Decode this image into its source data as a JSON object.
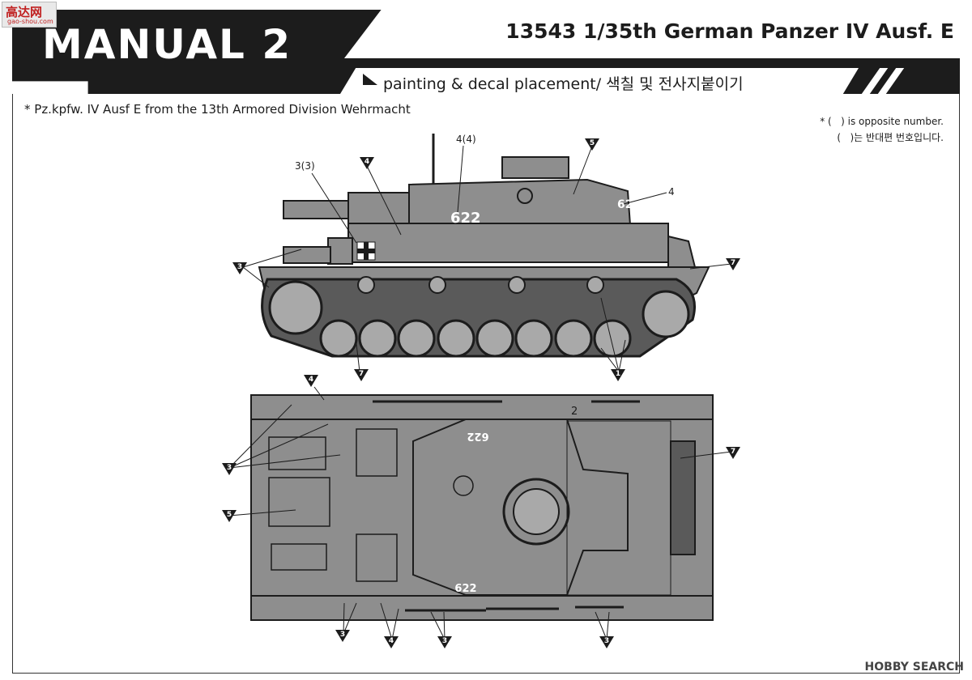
{
  "watermark_logo": {
    "main": "高达网",
    "sub": "gao-shou.com"
  },
  "header": {
    "manual_title": "MANUAL 2",
    "kit_title": "13543 1/35th German Panzer IV Ausf. E",
    "subtitle": "painting & decal placement/ 색칠 및 전사지붙이기"
  },
  "version_note": "* Pz.kpfw. IV Ausf E from the 13th Armored Division Wehrmacht",
  "opposite_note": {
    "line1": "* (   ) is opposite number.",
    "line2": "(   )는 반대편 번호입니다."
  },
  "side_view": {
    "turret_number": "622",
    "turret_rear_number": "62",
    "labels": {
      "barrel": "3(3)",
      "turret": "4(4)",
      "rear_turret": "4"
    },
    "callouts": [
      "4",
      "5",
      "3",
      "7",
      "7",
      "1"
    ]
  },
  "top_view": {
    "deck_number": "622",
    "turret_top_number": "622",
    "hull_mark": "2",
    "callouts": [
      "4",
      "3",
      "5",
      "7",
      "3",
      "4",
      "3",
      "3"
    ]
  },
  "footer_watermark": "HOBBY SEARCH",
  "colors": {
    "ink": "#1c1c1c",
    "panzer_grey": "#8e8e8e",
    "panzer_dark": "#5a5a5a",
    "panzer_light": "#a9a9a9"
  }
}
